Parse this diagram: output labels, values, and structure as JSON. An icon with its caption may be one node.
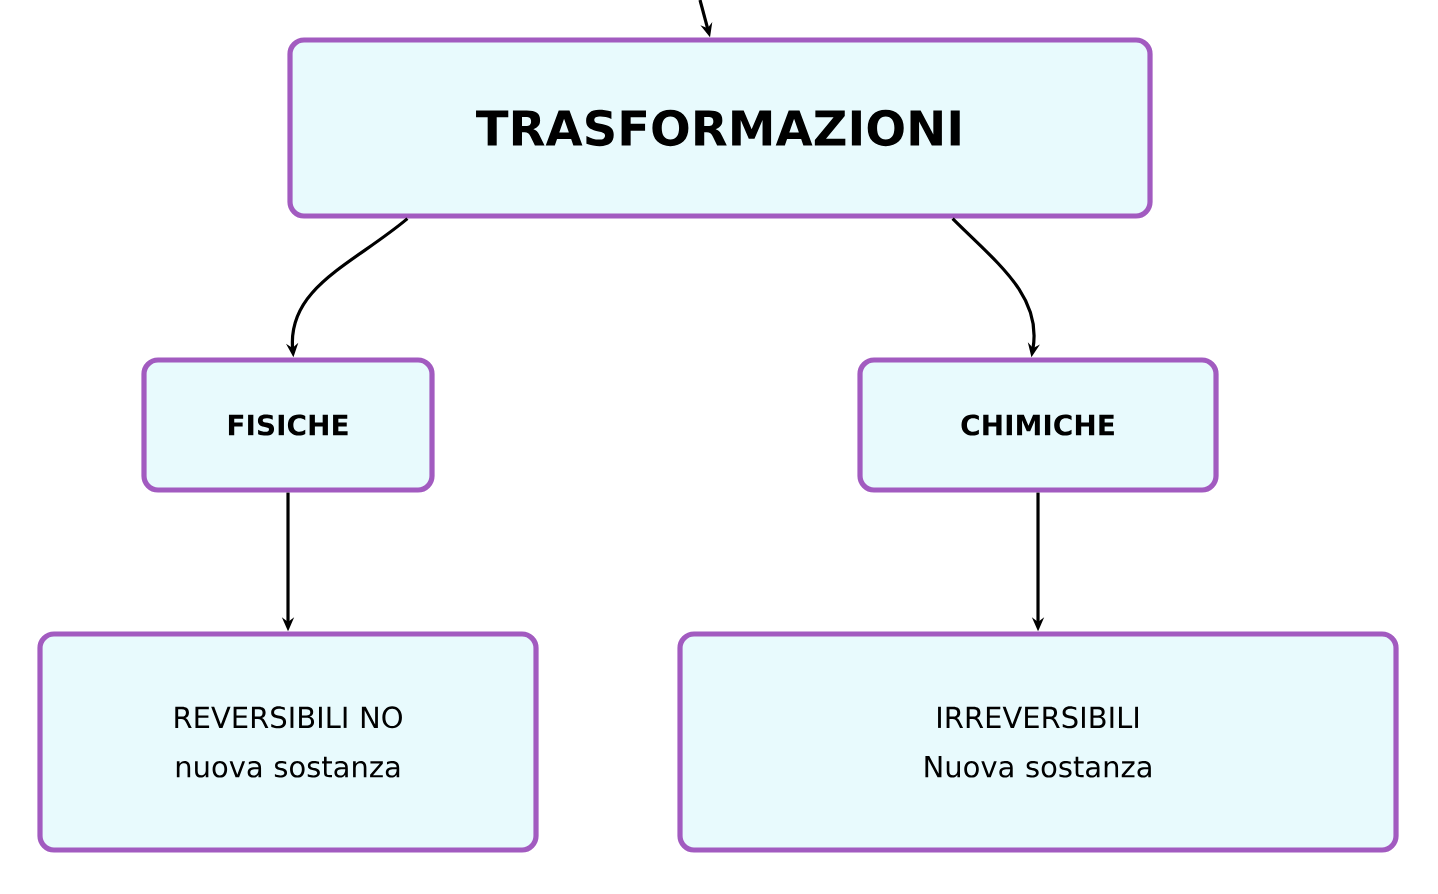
{
  "diagram": {
    "nodes": [
      {
        "text": [
          "TRASFORMAZIONI"
        ]
      },
      {
        "text": [
          "FISICHE"
        ]
      },
      {
        "text": [
          "CHIMICHE"
        ]
      },
      {
        "text": [
          "REVERSIBILI NO nuova sostanza"
        ]
      },
      {
        "text": [
          "IRREVERSIBILI Nuova sostanza"
        ]
      }
    ],
    "edges": [
      {
        "from": null,
        "to": 0,
        "arrow": "to"
      },
      {
        "from": 0,
        "to": 1,
        "arrow": "to"
      },
      {
        "from": 0,
        "to": 2,
        "arrow": "to"
      },
      {
        "from": 1,
        "to": 3,
        "arrow": "to"
      },
      {
        "from": 2,
        "to": 4,
        "arrow": "to"
      }
    ]
  }
}
